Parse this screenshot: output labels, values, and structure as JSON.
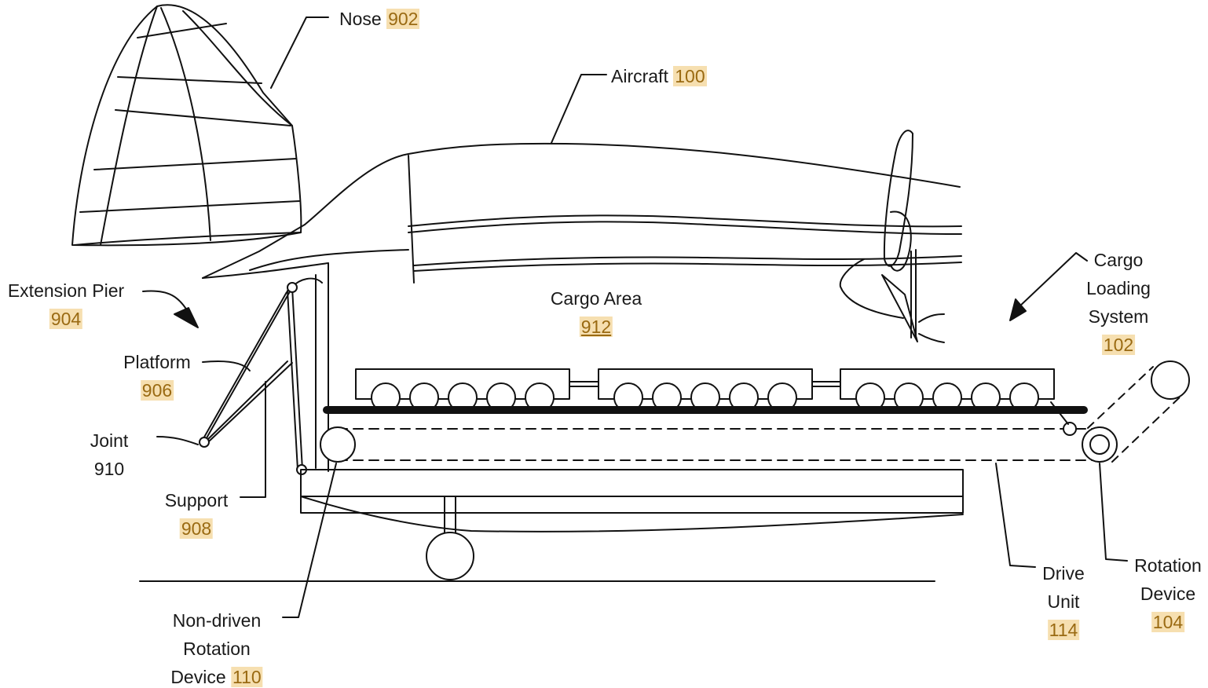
{
  "labels": {
    "nose": {
      "text": "Nose",
      "ref": "902"
    },
    "aircraft": {
      "text": "Aircraft",
      "ref": "100"
    },
    "extension_pier": {
      "text": "Extension Pier",
      "ref": "904"
    },
    "cargo_area": {
      "text": "Cargo Area",
      "ref": "912"
    },
    "cargo_loading_system": {
      "lines": [
        "Cargo",
        "Loading",
        "System"
      ],
      "ref": "102"
    },
    "platform": {
      "text": "Platform",
      "ref": "906"
    },
    "joint": {
      "text": "Joint",
      "ref": "910"
    },
    "support": {
      "text": "Support",
      "ref": "908"
    },
    "non_driven_rotation_device": {
      "lines": [
        "Non-driven",
        "Rotation"
      ],
      "last_line": "Device",
      "ref": "110"
    },
    "drive_unit": {
      "lines": [
        "Drive",
        "Unit"
      ],
      "ref": "114"
    },
    "rotation_device": {
      "lines": [
        "Rotation",
        "Device"
      ],
      "ref": "104"
    }
  },
  "colors": {
    "line": "#111111",
    "ref_highlight": "#f6dfb0",
    "ref_text": "#9a6a12"
  }
}
